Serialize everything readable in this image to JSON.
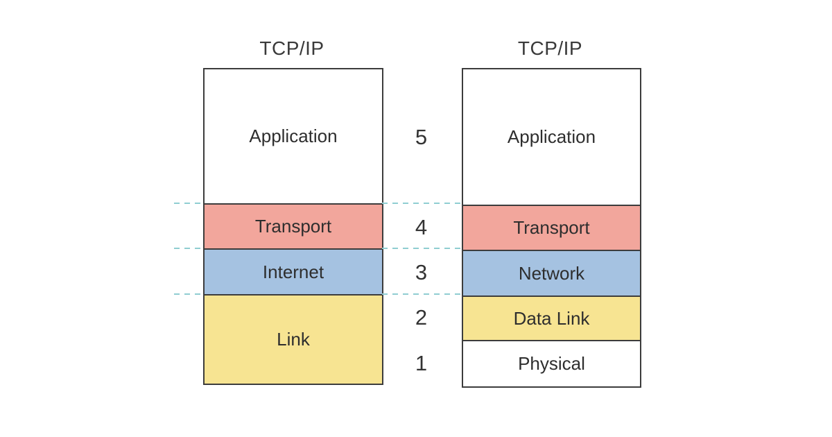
{
  "diagram": {
    "left_stack": {
      "title": "TCP/IP",
      "layers": [
        {
          "label": "Application",
          "color": "#ffffff",
          "height": 193
        },
        {
          "label": "Transport",
          "color": "#f2a69c",
          "height": 65
        },
        {
          "label": "Internet",
          "color": "#a5c2e1",
          "height": 66
        },
        {
          "label": "Link",
          "color": "#f7e492",
          "height": 129
        }
      ]
    },
    "right_stack": {
      "title": "TCP/IP",
      "layers": [
        {
          "label": "Application",
          "color": "#ffffff",
          "height": 195
        },
        {
          "label": "Transport",
          "color": "#f2a69c",
          "height": 65
        },
        {
          "label": "Network",
          "color": "#a5c2e1",
          "height": 66
        },
        {
          "label": "Data Link",
          "color": "#f7e492",
          "height": 64
        },
        {
          "label": "Physical",
          "color": "#ffffff",
          "height": 67
        }
      ]
    },
    "layer_numbers": [
      "5",
      "4",
      "3",
      "2",
      "1"
    ],
    "boundary_dashes_count": 3,
    "colors": {
      "border": "#3c3c3c",
      "dash": "#8fcdd1",
      "label_text": "#2e2e2e",
      "title_text": "#3a3a3a",
      "background": "#ffffff"
    }
  }
}
